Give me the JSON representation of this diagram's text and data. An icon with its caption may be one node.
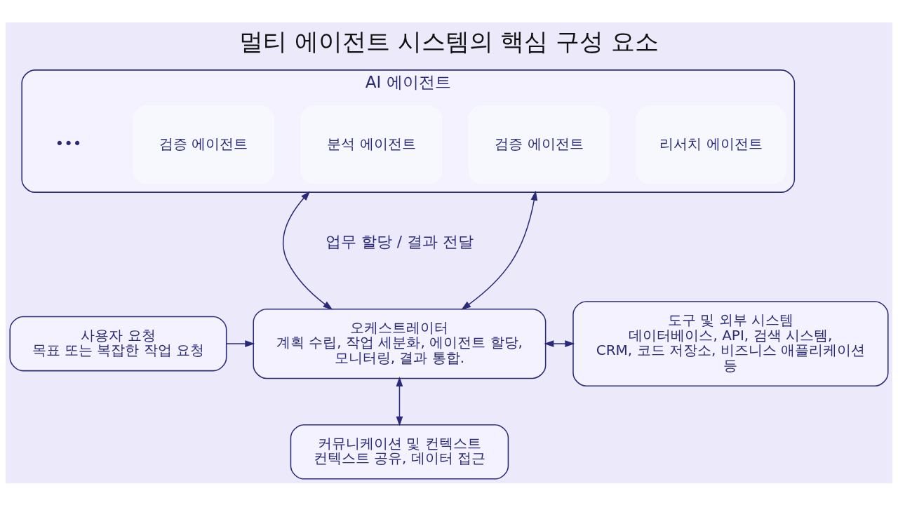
{
  "diagram": {
    "title": "멀티 에이전트 시스템의 핵심 구성 요소",
    "nodes": [
      {
        "text": [
          "AI 에이전트"
        ]
      },
      {
        "text": [
          "리서치 에이전트"
        ],
        "in": 0
      },
      {
        "text": [
          "분석 에이전트"
        ],
        "in": 0
      },
      {
        "text": [
          "검증 에이전트"
        ],
        "in": 0
      },
      {
        "text": [
          "검증 에이전트"
        ],
        "in": 0
      },
      {
        "text": [
          "사용자 요청",
          "목표 또는 복잡한 작업 요청"
        ]
      },
      {
        "text": [
          "오케스트레이터",
          "계획 수립, 작업 세분화, 에이전트 할당, 모니터링, 결과 통합."
        ]
      },
      {
        "text": [
          "도구 및 외부 시스템",
          "데이터베이스, API, 검색 시스템, CRM, 코드 저장소, 비즈니스 애플리케이션 등"
        ]
      },
      {
        "text": [
          "커뮤니케이션 및 컨텍스트",
          "컨텍스트 공유, 데이터 접근"
        ]
      }
    ],
    "edges": [
      {
        "from": 0,
        "to": 6,
        "arrow": "both"
      },
      {
        "from": 0,
        "to": 6,
        "arrow": "both"
      },
      {
        "from": 5,
        "to": 6,
        "arrow": "to"
      },
      {
        "from": 6,
        "to": 7,
        "arrow": "both"
      },
      {
        "from": 6,
        "to": 8,
        "arrow": "both"
      }
    ],
    "labels": [
      "•••",
      "업무 할당 / 결과 전달"
    ]
  }
}
